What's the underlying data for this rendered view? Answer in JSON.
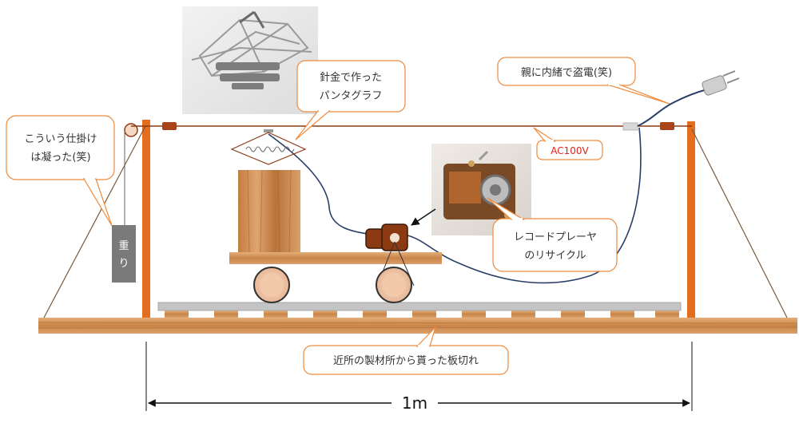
{
  "callouts": {
    "pantograph": [
      "針金で作った",
      "パンタグラフ"
    ],
    "power": "親に内緒で盗電(笑)",
    "trick": [
      "こういう仕掛け",
      "は凝った(笑)"
    ],
    "motor": [
      "レコードプレーヤ",
      "のリサイクル"
    ],
    "wood": "近所の製材所から貰った板切れ"
  },
  "weight_label": [
    "重",
    "り"
  ],
  "voltage_label": "AC100V",
  "dimension_label": "1m",
  "colors": {
    "callout_border": "#ef8a3c",
    "pole": "#e46d1e",
    "overhead_wire": "#8b3a12",
    "wire_marker": "#a9441a",
    "cable": "#2a3d66",
    "voltage_text": "#e0241b",
    "weight_block": "#7a7a7a",
    "rail": "#c4c4c4",
    "wood_light": "#d9a06a",
    "wood_dark": "#b56e34"
  },
  "icons": [
    "pantograph-photo",
    "motor-photo",
    "plug-icon",
    "pulley-icon",
    "motor-icon"
  ]
}
